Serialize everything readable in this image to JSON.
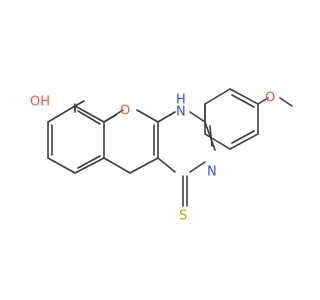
{
  "molecule": {
    "atoms": [
      {
        "symbol": "O",
        "label": "OH"
      },
      {
        "symbol": "O",
        "label": "O"
      },
      {
        "symbol": "N",
        "label": "H"
      },
      {
        "symbol": "N",
        "label": "N"
      },
      {
        "symbol": "N",
        "label": "N"
      },
      {
        "symbol": "O",
        "label": "O"
      },
      {
        "symbol": "S",
        "label": "S"
      }
    ]
  },
  "colors": {
    "bond": "#3d3d3d",
    "oxygen": "#e8584f",
    "nitrogen": "#3b4fdd",
    "sulfur": "#b5a800",
    "background": "#ffffff"
  }
}
